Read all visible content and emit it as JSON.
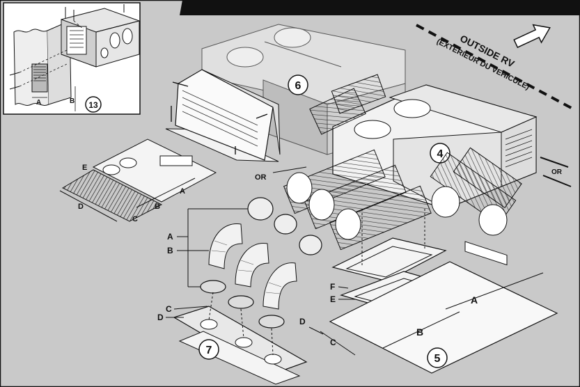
{
  "callouts": {
    "inset": "13",
    "part_6": "6",
    "part_4": "4",
    "part_7": "7",
    "part_5": "5"
  },
  "labels": {
    "A": "A",
    "B": "B",
    "C": "C",
    "D": "D",
    "E": "E",
    "F": "F",
    "or": "OR"
  },
  "outside": {
    "line1": "OUTSIDE RV",
    "line2": "(EXTERIEUR DU VEHICULE)"
  },
  "colors": {
    "background": "#c9c9c9",
    "line": "#111111",
    "light_fill": "#e8e8e8",
    "mid_fill": "#bdbdbd",
    "white": "#ffffff"
  }
}
